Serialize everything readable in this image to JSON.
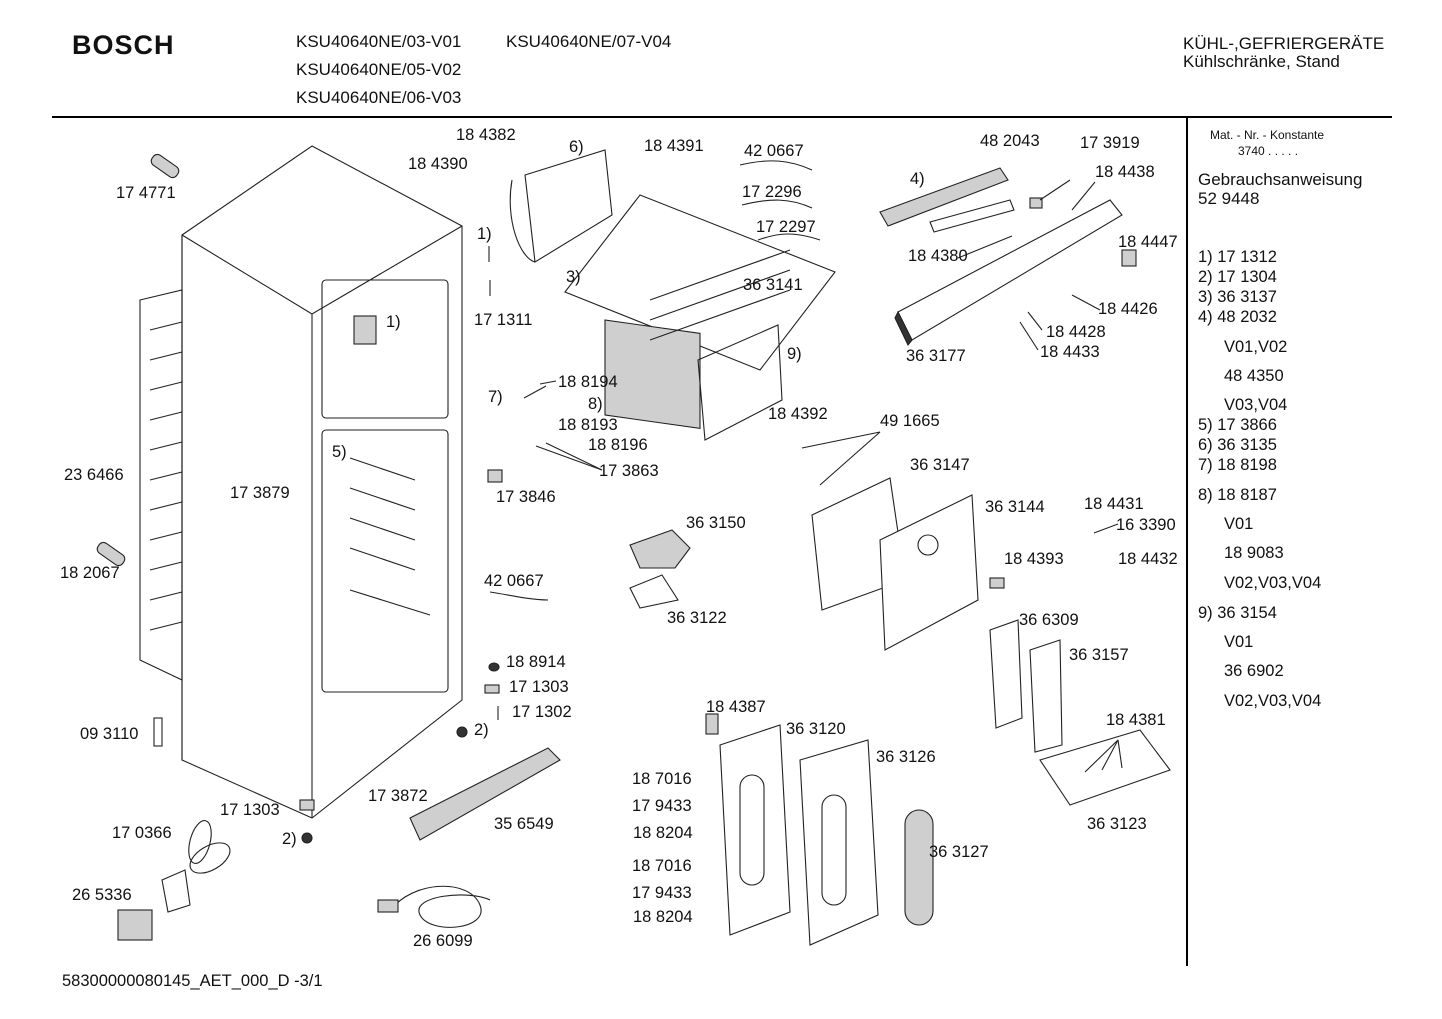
{
  "header": {
    "brand": "BOSCH",
    "models": [
      "KSU40640NE/03-V01",
      "KSU40640NE/05-V02",
      "KSU40640NE/06-V03",
      "KSU40640NE/07-V04"
    ],
    "category": "KÜHL-,GEFRIERGERÄTE",
    "subcategory": "Kühlschränke, Stand"
  },
  "parts": [
    "17 4771",
    "18 4382",
    "18 4390",
    "6)",
    "18 4391",
    "42 0667",
    "17 2296",
    "17 2297",
    "1)",
    "17 1311",
    "1)",
    "3)",
    "36 3141",
    "9)",
    "48 2043",
    "17 3919",
    "18 4438",
    "4)",
    "18 4380",
    "18 4447",
    "18 4426",
    "18 4428",
    "18 4433",
    "36 3177",
    "7)",
    "18 8194",
    "8)",
    "18 8193",
    "18 8196",
    "17 3863",
    "18 4392",
    "49 1665",
    "23 6466",
    "17 3879",
    "5)",
    "17 3846",
    "36 3147",
    "36 3144",
    "18 4431",
    "16 3390",
    "18 4432",
    "36 3150",
    "18 4393",
    "18 2067",
    "42 0667",
    "36 3122",
    "36 6309",
    "36 3157",
    "18 8914",
    "17 1303",
    "17 1302",
    "2)",
    "09 3110",
    "18 4387",
    "36 3120",
    "36 3126",
    "18 4381",
    "18 7016",
    "17 9433",
    "18 8204",
    "18 7016",
    "17 9433",
    "18 8204",
    "17 1303",
    "17 3872",
    "35 6549",
    "2)",
    "17 0366",
    "36 3127",
    "36 3123",
    "26 5336",
    "26 6099"
  ],
  "legend": {
    "const_label": "Mat. - Nr. - Konstante",
    "const_value": "3740  .  .  .  .  .",
    "manual_label": "Gebrauchsanweisung",
    "manual_value": "52 9448",
    "items": [
      "1) 17 1312",
      "2) 17 1304",
      "3) 36 3137",
      "4) 48 2032",
      "V01,V02",
      "48 4350",
      "V03,V04",
      "5) 17 3866",
      "6) 36 3135",
      "7) 18 8198",
      "8) 18 8187",
      "V01",
      "18 9083",
      "V02,V03,V04",
      "9) 36 3154",
      "V01",
      "36 6902",
      "V02,V03,V04"
    ]
  },
  "footer": {
    "doc_id": "58300000080145_AET_000_D  -3/1"
  }
}
